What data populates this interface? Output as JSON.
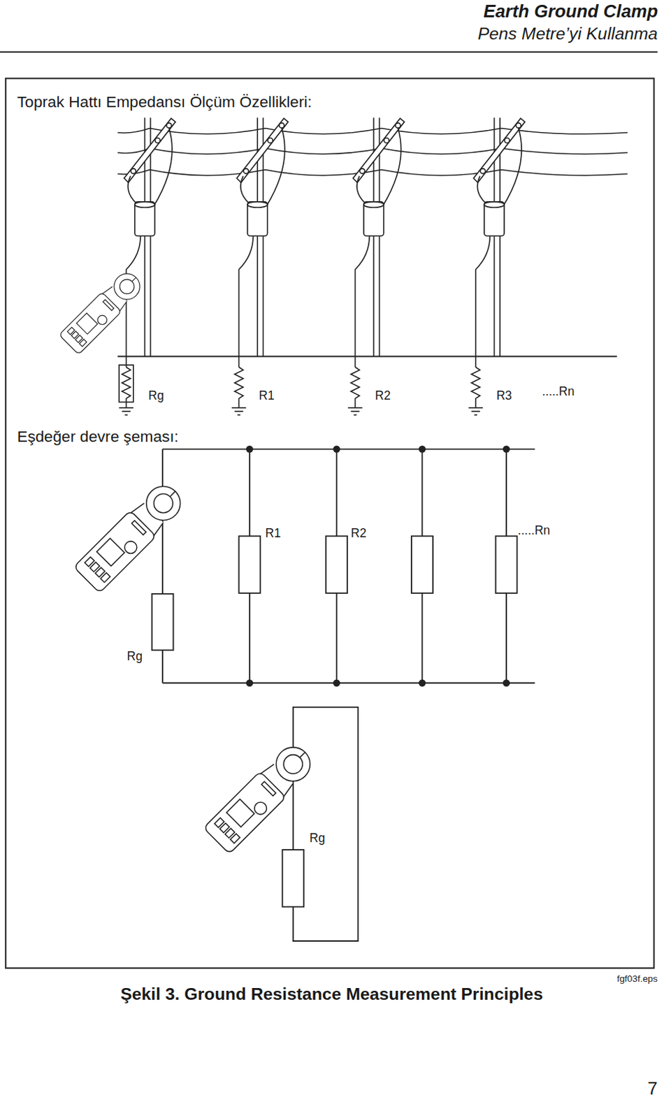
{
  "diagram": {
    "title": "Toprak Hattı Empedansı Ölçüm Özellikleri:",
    "caption": "Şekil 3. Ground Resistance Measurement Principles",
    "labels": [
      "Earth Ground Clamp",
      "Pens Metre’yi Kullanma",
      "Rg",
      "R1",
      "R2",
      "R3",
      ".....Rn",
      "Eşdeğer devre şeması:",
      "R1",
      "R2",
      ".....Rn",
      "Rg",
      "Rg",
      "fgf03f.eps",
      "7"
    ]
  }
}
